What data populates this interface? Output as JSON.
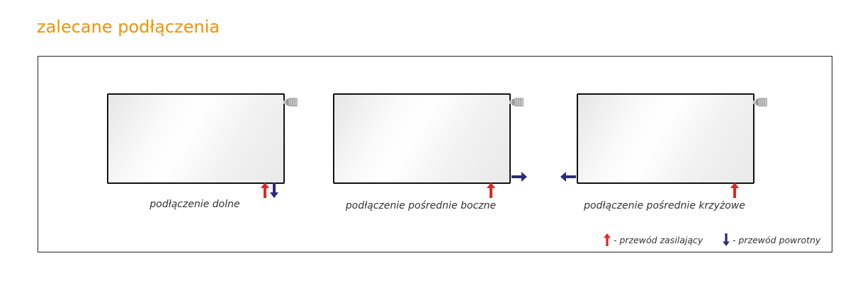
{
  "title": "zalecane podłączenia",
  "diagrams": [
    {
      "label": "podłączenie dolne"
    },
    {
      "label": "podłączenie pośrednie boczne"
    },
    {
      "label": "podłączenie pośrednie krzyżowe"
    }
  ],
  "legend": {
    "supply": "- przewód zasilający",
    "return": "- przewód powrotny"
  },
  "colors": {
    "title": "#f39200",
    "supply": "#e52521",
    "return": "#2e2a7e"
  }
}
